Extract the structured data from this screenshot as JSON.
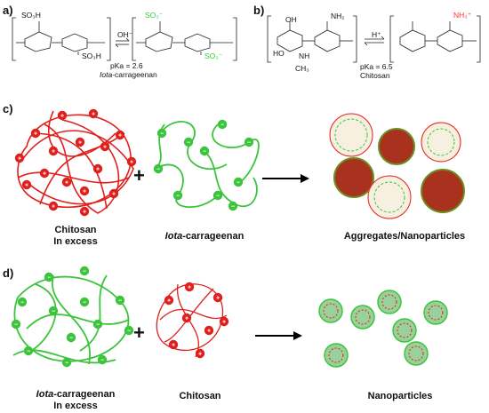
{
  "panels": {
    "a": {
      "label": "a)",
      "pka": "pKa = 2.6",
      "name_italic": "Iota",
      "name_rest": "-carrageenan",
      "reagent": "OH⁻",
      "groups": [
        "SO₃H",
        "SO₃H",
        "SO₃⁻",
        "SO₃⁻"
      ],
      "n": "n"
    },
    "b": {
      "label": "b)",
      "pka": "pKa = 6.5",
      "name": "Chitosan",
      "reagent": "H⁺",
      "groups": [
        "NH₂",
        "NH₃⁺",
        "HO",
        "OH",
        "NH",
        "CH₃"
      ]
    },
    "c": {
      "label": "c)",
      "left_caption": [
        "Chitosan",
        "In excess"
      ],
      "mid_caption_italic": "Iota",
      "mid_caption_rest": "-carrageenan",
      "right_caption": "Aggregates/Nanoparticles"
    },
    "d": {
      "label": "d)",
      "left_caption_italic": "Iota",
      "left_caption_rest": "-carrageenan",
      "left_caption_line2": "In excess",
      "mid_caption": "Chitosan",
      "right_caption": "Nanoparticles"
    }
  },
  "symbols": {
    "plus": "+",
    "positive": "+",
    "negative": "−"
  },
  "colors": {
    "chitosan": "#e0201c",
    "carrageenan": "#3cc43c",
    "arrow": "#000000",
    "highlight_red": "#ff3030",
    "highlight_green": "#33cc33"
  }
}
